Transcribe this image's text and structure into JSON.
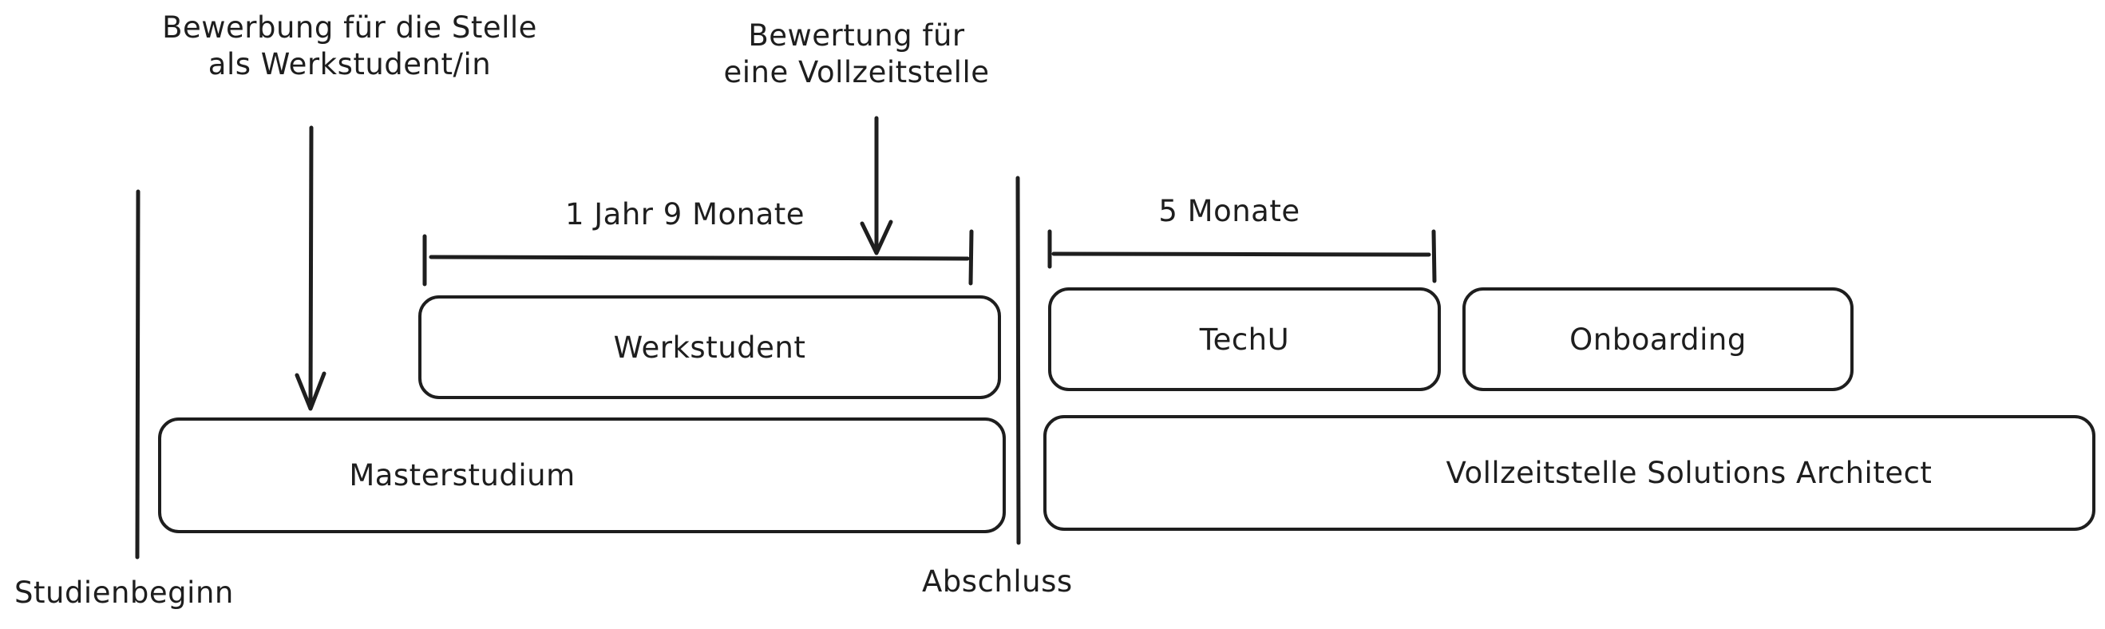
{
  "annotations": {
    "application_student": [
      "Bewerbung für die Stelle",
      "als Werkstudent/in"
    ],
    "evaluation_fulltime": [
      "Bewertung für",
      "eine Vollzeitstelle"
    ]
  },
  "durations": {
    "werkstudent_span": "1 Jahr 9 Monate",
    "techu_span": "5 Monate"
  },
  "boxes": {
    "werkstudent": "Werkstudent",
    "masterstudium": "Masterstudium",
    "techu": "TechU",
    "onboarding": "Onboarding",
    "vollzeitstelle": "Vollzeitstelle Solutions Architect"
  },
  "milestones": {
    "studienbeginn": "Studienbeginn",
    "abschluss": "Abschluss"
  },
  "colors": {
    "stroke": "#1e1e1e",
    "background": "#ffffff"
  }
}
